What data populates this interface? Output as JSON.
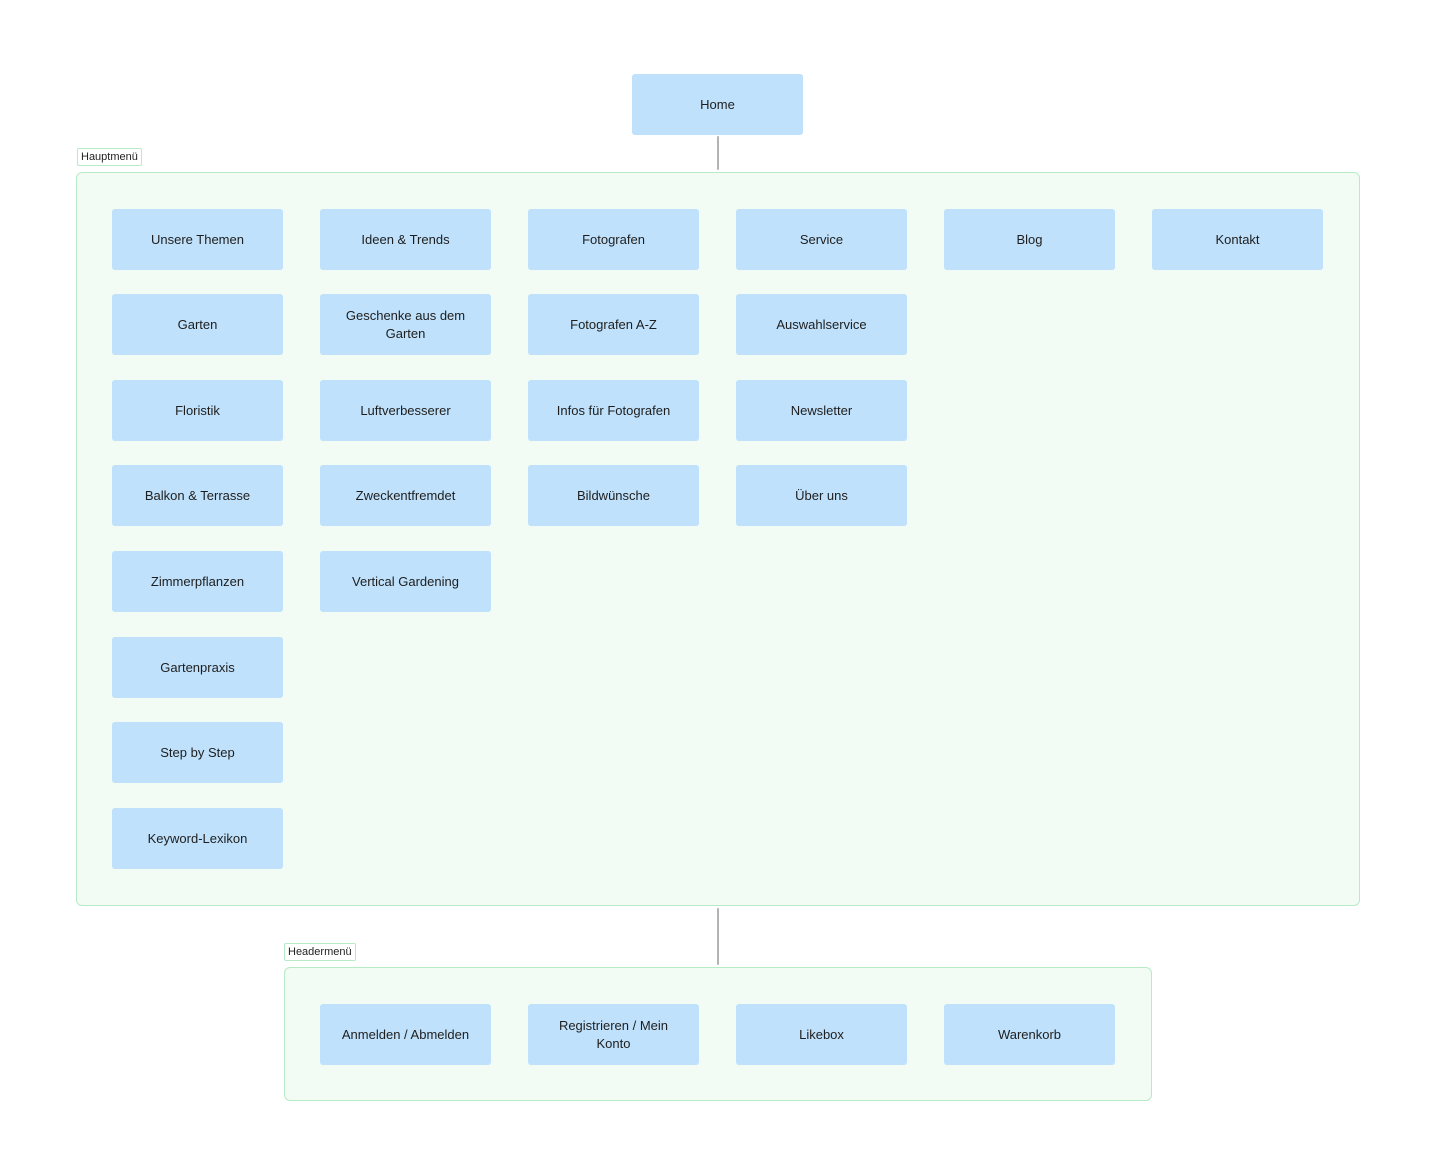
{
  "home": {
    "label": "Home"
  },
  "hauptmenu": {
    "title": "Hauptmenü",
    "columns": [
      {
        "head": "Unsere Themen",
        "items": [
          "Garten",
          "Floristik",
          "Balkon & Terrasse",
          "Zimmerpflanzen",
          "Gartenpraxis",
          "Step by Step",
          "Keyword-Lexikon"
        ]
      },
      {
        "head": "Ideen & Trends",
        "items": [
          "Geschenke aus dem Garten",
          "Luftverbesserer",
          "Zweckentfremdet",
          "Vertical Gardening"
        ]
      },
      {
        "head": "Fotografen",
        "items": [
          "Fotografen A-Z",
          "Infos für Fotografen",
          "Bildwünsche"
        ]
      },
      {
        "head": "Service",
        "items": [
          "Auswahlservice",
          "Newsletter",
          "Über uns"
        ]
      },
      {
        "head": "Blog",
        "items": []
      },
      {
        "head": "Kontakt",
        "items": []
      }
    ]
  },
  "headermenu": {
    "title": "Headermenü",
    "items": [
      "Anmelden / Abmelden",
      "Registrieren / Mein Konto",
      "Likebox",
      "Warenkorb"
    ]
  },
  "colors": {
    "node_fill": "#bfe1fb",
    "group_fill": "#f2fbf4",
    "group_border": "#b7ebc6",
    "connector": "#b3b3b3"
  }
}
